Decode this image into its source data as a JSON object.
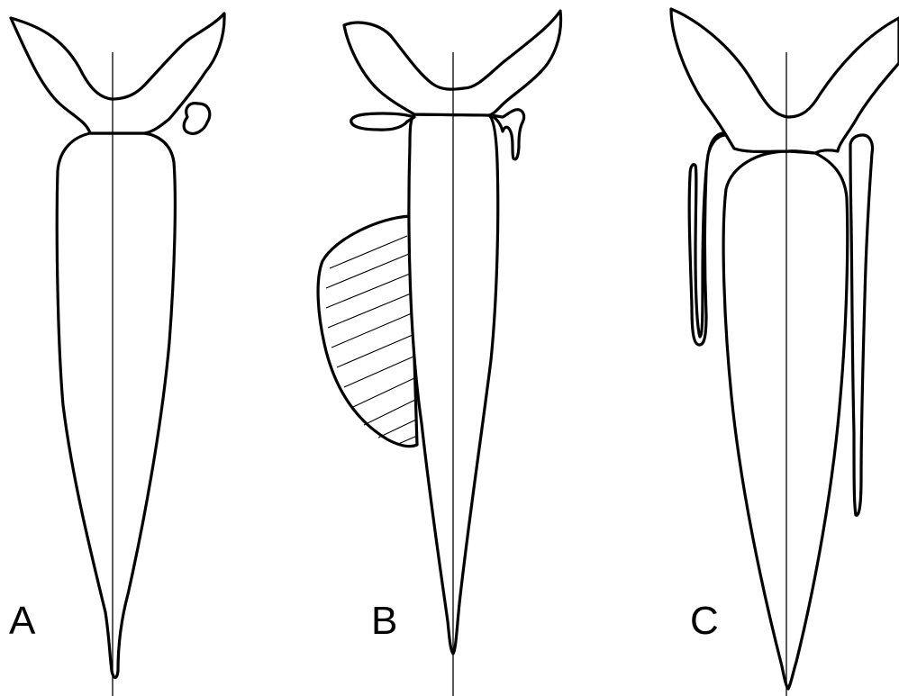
{
  "panels": [
    {
      "id": "A",
      "label": "A"
    },
    {
      "id": "B",
      "label": "B"
    },
    {
      "id": "C",
      "label": "C"
    }
  ],
  "colors": {
    "line": "#000000",
    "background": "#ffffff"
  }
}
